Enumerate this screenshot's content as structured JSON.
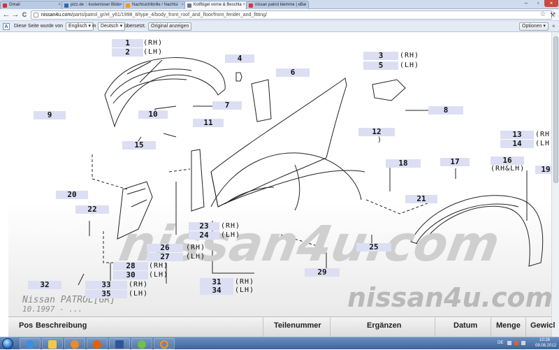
{
  "browser": {
    "tabs": [
      {
        "label": "Gmail",
        "color": "#d93025"
      },
      {
        "label": "pizz.de :: kostenloser Bildo",
        "color": "#2b6cb0"
      },
      {
        "label": "Nachtsichtbrille / Nachtsi",
        "color": "#ff9900"
      },
      {
        "label": "Kotflügel vorne & Beschla",
        "color": "#6a7a8a"
      },
      {
        "label": "nissan patrol klemme | eBa",
        "color": "#e53238"
      }
    ],
    "url_host": "nissan4u.com",
    "url_path": "/parts/patrol_gr/el_y61/1998_8/type_4/body_front_roof_and_floor/front_fender_and_fitting/",
    "icons": {
      "back": "←",
      "forward": "→",
      "reload": "C",
      "star": "☆",
      "wrench": "🔧"
    }
  },
  "translate": {
    "prefix": "Diese Seite wurde von",
    "source_lang": "Englisch",
    "middle": "in",
    "target_lang": "Deutsch",
    "suffix": "übersetzt.",
    "show_original": "Original anzeigen",
    "options": "Optionen"
  },
  "diagram": {
    "callouts": {
      "c1": "1",
      "c2": "2",
      "c3": "3",
      "c4": "4",
      "c5": "5",
      "c6": "6",
      "c7": "7",
      "c8": "8",
      "c9": "9",
      "c10": "10",
      "c11": "11",
      "c12": "12",
      "c13": "13",
      "c14": "14",
      "c15": "15",
      "c16": "16",
      "c17": "17",
      "c18": "18",
      "c19": "19",
      "c20": "20",
      "c21": "21",
      "c22": "22",
      "c23": "23",
      "c24": "24",
      "c25": "25",
      "c26": "26",
      "c27": "27",
      "c28": "28",
      "c29": "29",
      "c30": "30",
      "c31": "31",
      "c32": "32",
      "c33": "33",
      "c34": "34",
      "c35": "35"
    },
    "rh": "(RH)",
    "lh": "(LH)",
    "rhlh": "(RH&LH)",
    "paren": ")",
    "watermark": "nissan4u.com",
    "model": "Nissan PATROL[GR]",
    "date": "10.1997 - ..."
  },
  "table": {
    "pos": "Pos",
    "beschreibung": "Beschreibung",
    "teilenummer": "Teilenummer",
    "ergaenzen": "Ergänzen",
    "datum": "Datum",
    "menge": "Menge",
    "gewicht": "Gewicl"
  },
  "taskbar": {
    "lang": "DE",
    "time": "10:28",
    "date": "09.08.2012"
  }
}
